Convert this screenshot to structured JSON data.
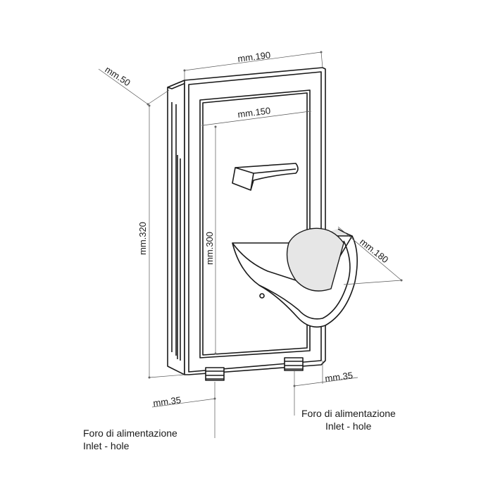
{
  "dimensions": {
    "width": "mm.190",
    "depth": "mm.50",
    "inner_width": "mm.150",
    "height": "mm.320",
    "inner_height": "mm.300",
    "holder_length": "mm.180",
    "inlet_left_offset": "mm.35",
    "inlet_right_offset": "mm.35"
  },
  "labels": {
    "left_inlet": {
      "line1": "Foro di alimentazione",
      "line2": "Inlet - hole"
    },
    "right_inlet": {
      "line1": "Foro di alimentazione",
      "line2": "Inlet - hole"
    }
  }
}
